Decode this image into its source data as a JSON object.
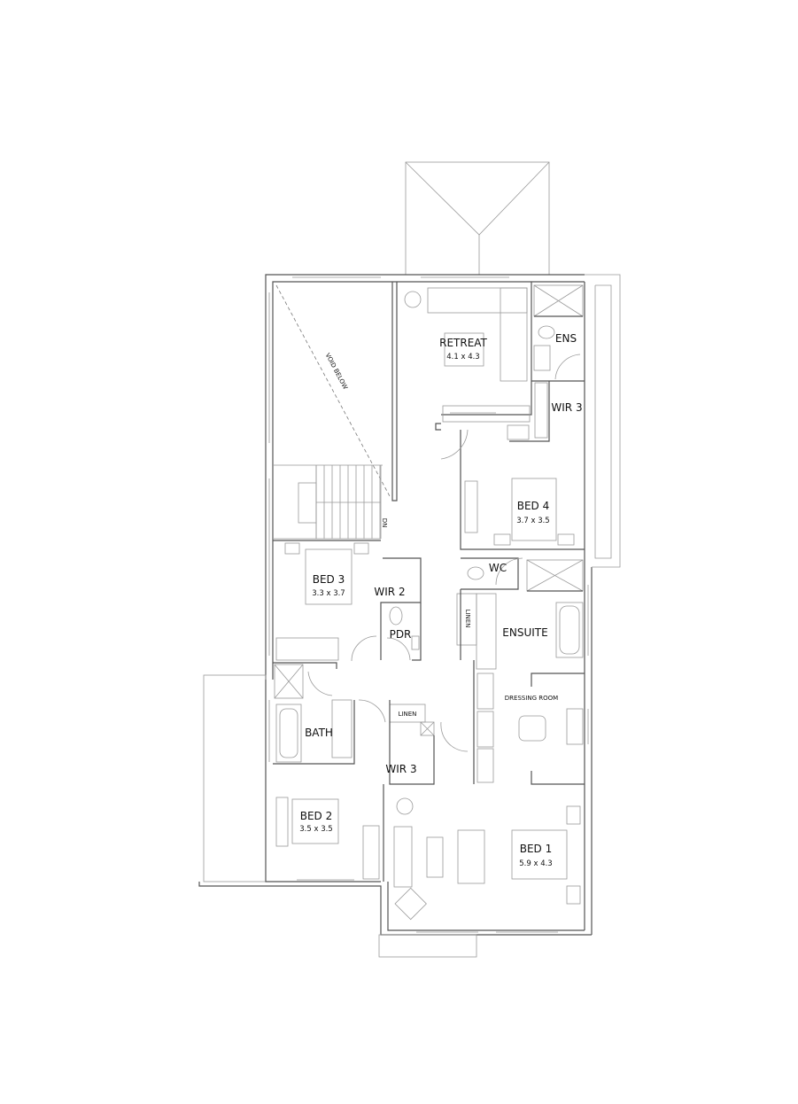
{
  "rooms": {
    "retreat": {
      "name": "RETREAT",
      "dims": "4.1 x 4.3"
    },
    "ens": {
      "name": "ENS"
    },
    "wir3_top": {
      "name": "WIR 3"
    },
    "bed4": {
      "name": "BED 4",
      "dims": "3.7 x 3.5"
    },
    "bed3": {
      "name": "BED 3",
      "dims": "3.3 x 3.7"
    },
    "wir2": {
      "name": "WIR 2"
    },
    "pdr": {
      "name": "PDR"
    },
    "wc": {
      "name": "WC"
    },
    "linen_upper": {
      "name": "LINEN"
    },
    "ensuite": {
      "name": "ENSUITE"
    },
    "bath": {
      "name": "BATH"
    },
    "linen_lower": {
      "name": "LINEN"
    },
    "wir3_lower": {
      "name": "WIR 3"
    },
    "dressing": {
      "name": "DRESSING ROOM"
    },
    "bed2": {
      "name": "BED 2",
      "dims": "3.5 x 3.5"
    },
    "bed1": {
      "name": "BED 1",
      "dims": "5.9 x 4.3"
    }
  },
  "annotations": {
    "void": "VOID BELOW",
    "stair_direction": "DN"
  }
}
